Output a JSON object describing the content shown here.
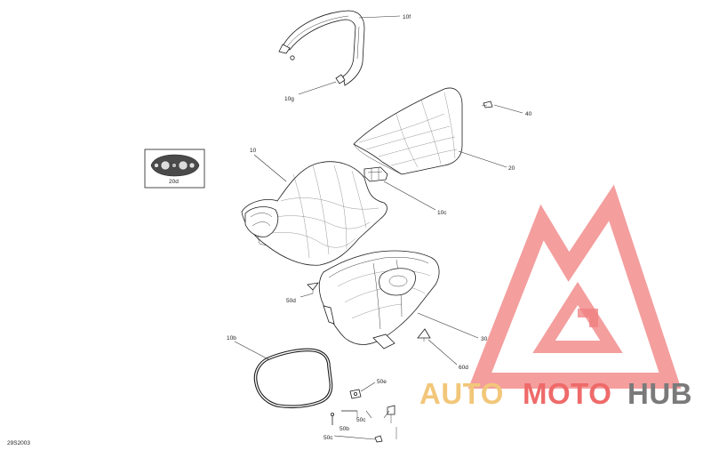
{
  "diagram": {
    "reference_code": "29S2003",
    "callouts": {
      "p10f": "10f",
      "p10g": "10g",
      "p40": "40",
      "p20": "20",
      "p10": "10",
      "p20d": "20d",
      "p10c": "10c",
      "p50d": "50d",
      "p30": "30",
      "p60d": "60d",
      "p10b": "10b",
      "p50e": "50e",
      "p50c": "50c",
      "p50b": "50b",
      "p50c_lower": "50c"
    }
  },
  "watermark": {
    "brand_part1": "AUTO",
    "brand_part2": "MOTO",
    "brand_part3": "HUB",
    "colors": {
      "auto": "#f2c77a",
      "moto": "#ef6a6a",
      "hub": "#7a7a7a",
      "logo": "#ef6a6a"
    }
  }
}
